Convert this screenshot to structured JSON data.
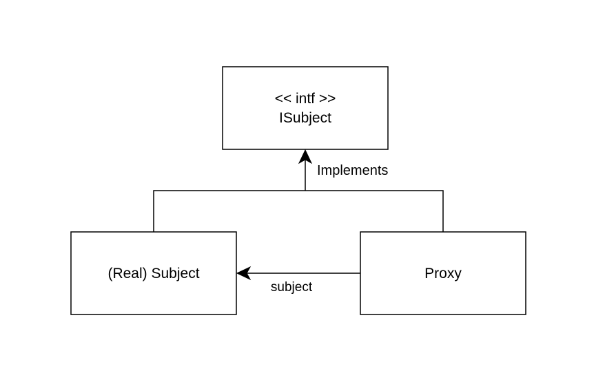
{
  "nodes": {
    "isubject": {
      "stereotype": "<< intf >>",
      "name": "ISubject"
    },
    "real_subject": {
      "name": "(Real) Subject"
    },
    "proxy": {
      "name": "Proxy"
    }
  },
  "edges": {
    "implements": {
      "label": "Implements"
    },
    "subject": {
      "label": "subject"
    }
  }
}
